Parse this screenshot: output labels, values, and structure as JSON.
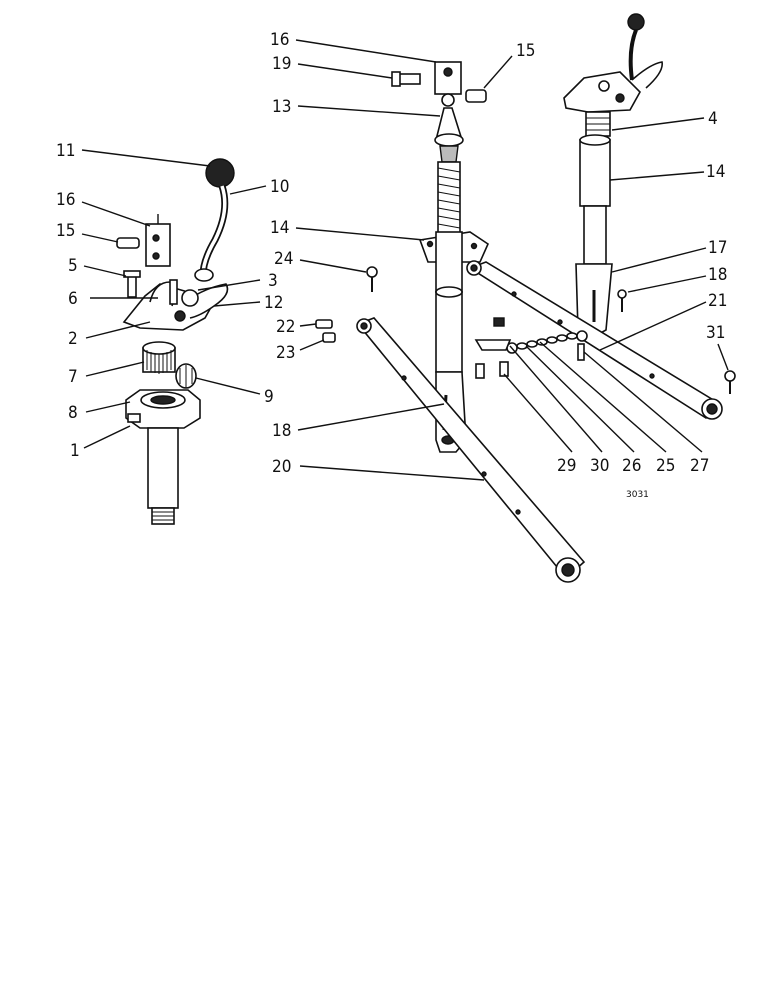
{
  "diagram": {
    "labels": [
      {
        "text": "16"
      },
      {
        "text": "19"
      },
      {
        "text": "13"
      },
      {
        "text": "15"
      },
      {
        "text": "4"
      },
      {
        "text": "14"
      },
      {
        "text": "11"
      },
      {
        "text": "10"
      },
      {
        "text": "16"
      },
      {
        "text": "15"
      },
      {
        "text": "5"
      },
      {
        "text": "6"
      },
      {
        "text": "3"
      },
      {
        "text": "12"
      },
      {
        "text": "2"
      },
      {
        "text": "7"
      },
      {
        "text": "8"
      },
      {
        "text": "9"
      },
      {
        "text": "1"
      },
      {
        "text": "14"
      },
      {
        "text": "24"
      },
      {
        "text": "17"
      },
      {
        "text": "18"
      },
      {
        "text": "21"
      },
      {
        "text": "22"
      },
      {
        "text": "23"
      },
      {
        "text": "31"
      },
      {
        "text": "18"
      },
      {
        "text": "20"
      },
      {
        "text": "29"
      },
      {
        "text": "30"
      },
      {
        "text": "26"
      },
      {
        "text": "25"
      },
      {
        "text": "27"
      }
    ],
    "reference_number": "3031"
  }
}
